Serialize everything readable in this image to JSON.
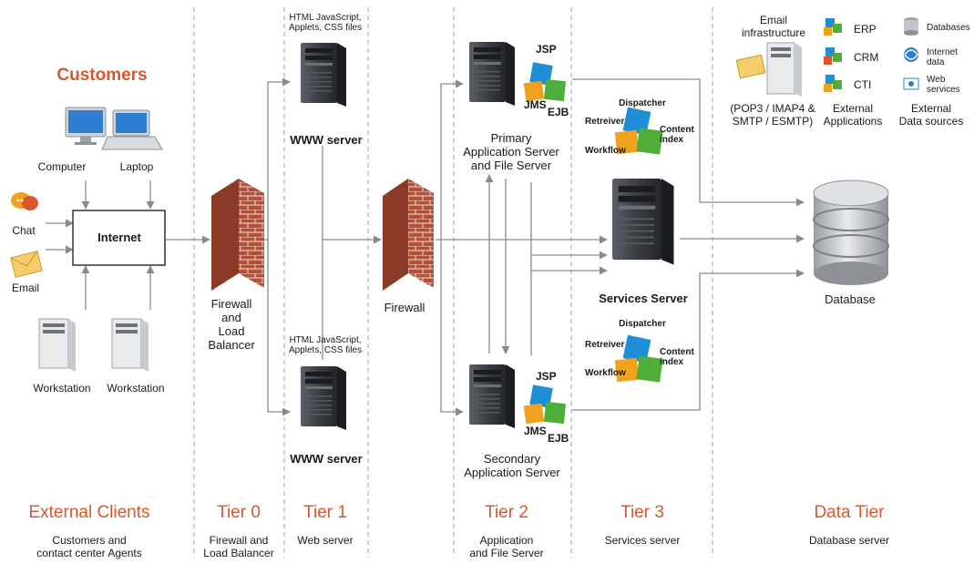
{
  "colors": {
    "accent": "#d9572b",
    "line": "#8a8a8a",
    "divider": "#bcbcbc",
    "brick": "#b5503a",
    "server": "#3a3d42",
    "cube_blue": "#1e8fd6",
    "cube_green": "#4fae3a",
    "cube_orange": "#f0a21e"
  },
  "customers": {
    "title": "Customers",
    "computer": "Computer",
    "laptop": "Laptop",
    "chat": "Chat",
    "email": "Email",
    "internet": "Internet",
    "workstation_1": "Workstation",
    "workstation_2": "Workstation"
  },
  "tier0": {
    "firewall_label": "Firewall\nand\nLoad\nBalancer"
  },
  "tier1": {
    "top_files": "HTML JavaScript,\nApplets, CSS files",
    "top_server": "WWW server",
    "bottom_files": "HTML JavaScript,\nApplets, CSS files",
    "bottom_server": "WWW server"
  },
  "firewall2_label": "Firewall",
  "tier2": {
    "primary_label": "Primary\nApplication Server\nand File Server",
    "secondary_label": "Secondary\nApplication Server",
    "jsp": "JSP",
    "jms": "JMS",
    "ejb": "EJB"
  },
  "tier3": {
    "dispatcher": "Dispatcher",
    "retreiver": "Retreiver",
    "content_index": "Content\nindex",
    "workflow": "Workflow",
    "services_server": "Services Server"
  },
  "external": {
    "email_infra": "Email\ninfrastructure",
    "email_protocols": "(POP3 / IMAP4 &\nSMTP / ESMTP)",
    "erp": "ERP",
    "crm": "CRM",
    "cti": "CTI",
    "ext_apps": "External\nApplications",
    "databases": "Databases",
    "internet_data": "Internet\ndata",
    "web_services": "Web\nservices",
    "ext_sources": "External\nData sources"
  },
  "database_label": "Database",
  "tiers": [
    {
      "name": "External Clients",
      "desc": "Customers and\ncontact center Agents"
    },
    {
      "name": "Tier 0",
      "desc": "Firewall and\nLoad Balancer"
    },
    {
      "name": "Tier 1",
      "desc": "Web server"
    },
    {
      "name": "Tier 2",
      "desc": "Application\nand File Server"
    },
    {
      "name": "Tier 3",
      "desc": "Services server"
    },
    {
      "name": "Data Tier",
      "desc": "Database server"
    }
  ]
}
